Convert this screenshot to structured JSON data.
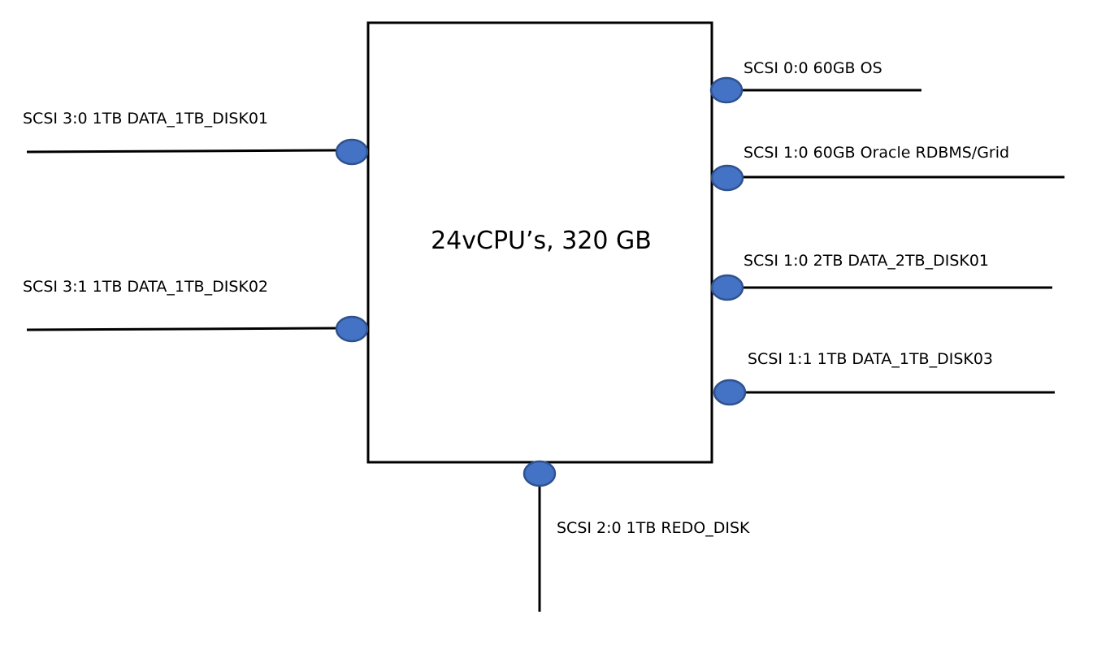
{
  "vm": {
    "label": "24vCPU’s, 320 GB"
  },
  "colors": {
    "port_fill": "#4472C4",
    "port_stroke": "#2F528F",
    "line": "#000000"
  },
  "disks": {
    "left": [
      {
        "label": "SCSI 3:0 1TB DATA_1TB_DISK01"
      },
      {
        "label": "SCSI 3:1 1TB DATA_1TB_DISK02"
      }
    ],
    "right": [
      {
        "label": "SCSI 0:0 60GB OS"
      },
      {
        "label": "SCSI 1:0 60GB Oracle RDBMS/Grid"
      },
      {
        "label": "SCSI 1:0 2TB DATA_2TB_DISK01"
      },
      {
        "label": "SCSI 1:1 1TB DATA_1TB_DISK03"
      }
    ],
    "bottom": [
      {
        "label": "SCSI 2:0 1TB REDO_DISK"
      }
    ]
  }
}
